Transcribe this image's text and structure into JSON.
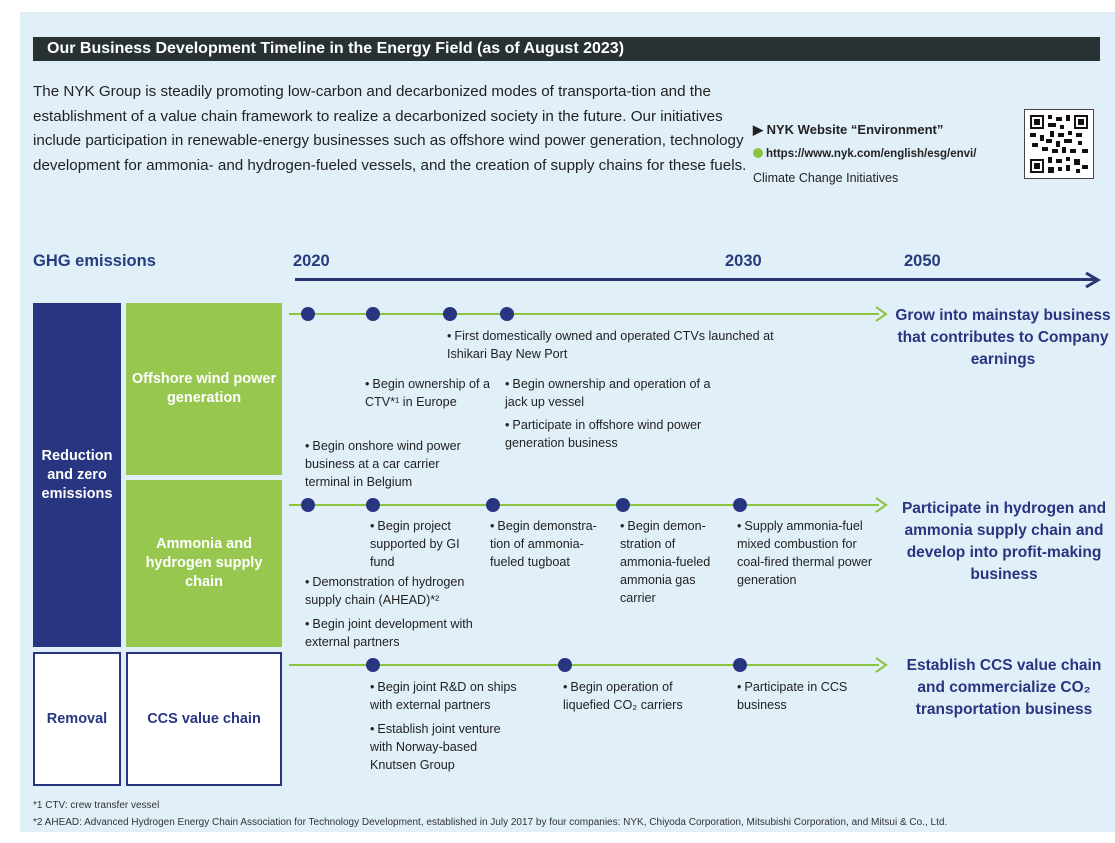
{
  "title": "Our Business Development Timeline in the Energy Field (as of August 2023)",
  "intro": "The NYK Group is steadily promoting low-carbon and decarbonized modes of transporta-tion and the establishment of a value chain framework to realize a decarbonized society in the future. Our initiatives include participation in renewable-energy businesses such as offshore wind power generation, technology development for ammonia- and hydrogen-fueled vessels, and the creation of supply chains for these fuels.",
  "website": {
    "heading": "NYK Website “Environment”",
    "url": "https://www.nyk.com/english/esg/envi/",
    "caption": "Climate Change Initiatives"
  },
  "headers": {
    "ghg": "GHG emissions",
    "y2020": "2020",
    "y2030": "2030",
    "y2050": "2050"
  },
  "categories": {
    "reduction": "Reduction and zero emissions",
    "removal": "Removal",
    "offshore": "Offshore wind power generation",
    "ammonia": "Ammonia and hydrogen supply chain",
    "ccs": "CCS value chain"
  },
  "offshore": {
    "notes": [
      "First domestically owned and operated CTVs launched at Ishikari Bay New Port",
      "Begin ownership of a CTV*¹ in Europe",
      "Begin ownership and operation of a jack up vessel",
      "Participate in offshore wind power generation business",
      "Begin onshore wind power business at a car carrier terminal in Belgium"
    ],
    "goal": "Grow into mainstay business that contributes to Company earnings"
  },
  "ammonia": {
    "notes": [
      "Begin project supported by GI fund",
      "Begin demonstra-tion of ammonia-fueled tugboat",
      "Begin demon-stration of ammonia-fueled ammonia gas carrier",
      "Supply ammonia-fuel mixed combustion for coal-fired thermal power generation",
      "Demonstration of hydrogen supply chain (AHEAD)*²",
      "Begin joint development with external partners"
    ],
    "goal": "Participate in hydrogen and ammonia supply chain and develop into profit-making business"
  },
  "ccs": {
    "notes": [
      "Begin joint R&D on ships with external partners",
      "Begin operation of liquefied CO₂ carriers",
      "Participate in CCS business",
      "Establish joint venture with Norway-based Knutsen Group"
    ],
    "goal": "Establish CCS value chain and commercialize CO₂ transportation business"
  },
  "footnotes": [
    "*1 CTV: crew transfer vessel",
    "*2 AHEAD: Advanced Hydrogen Energy Chain Association for Technology Development, established in July 2017 by four companies: NYK, Chiyoda Corporation, Mitsubishi Corporation, and Mitsui & Co., Ltd."
  ],
  "colors": {
    "navy": "#283580",
    "green": "#98c750",
    "background": "#e1eff9",
    "title_bar": "#283234"
  }
}
